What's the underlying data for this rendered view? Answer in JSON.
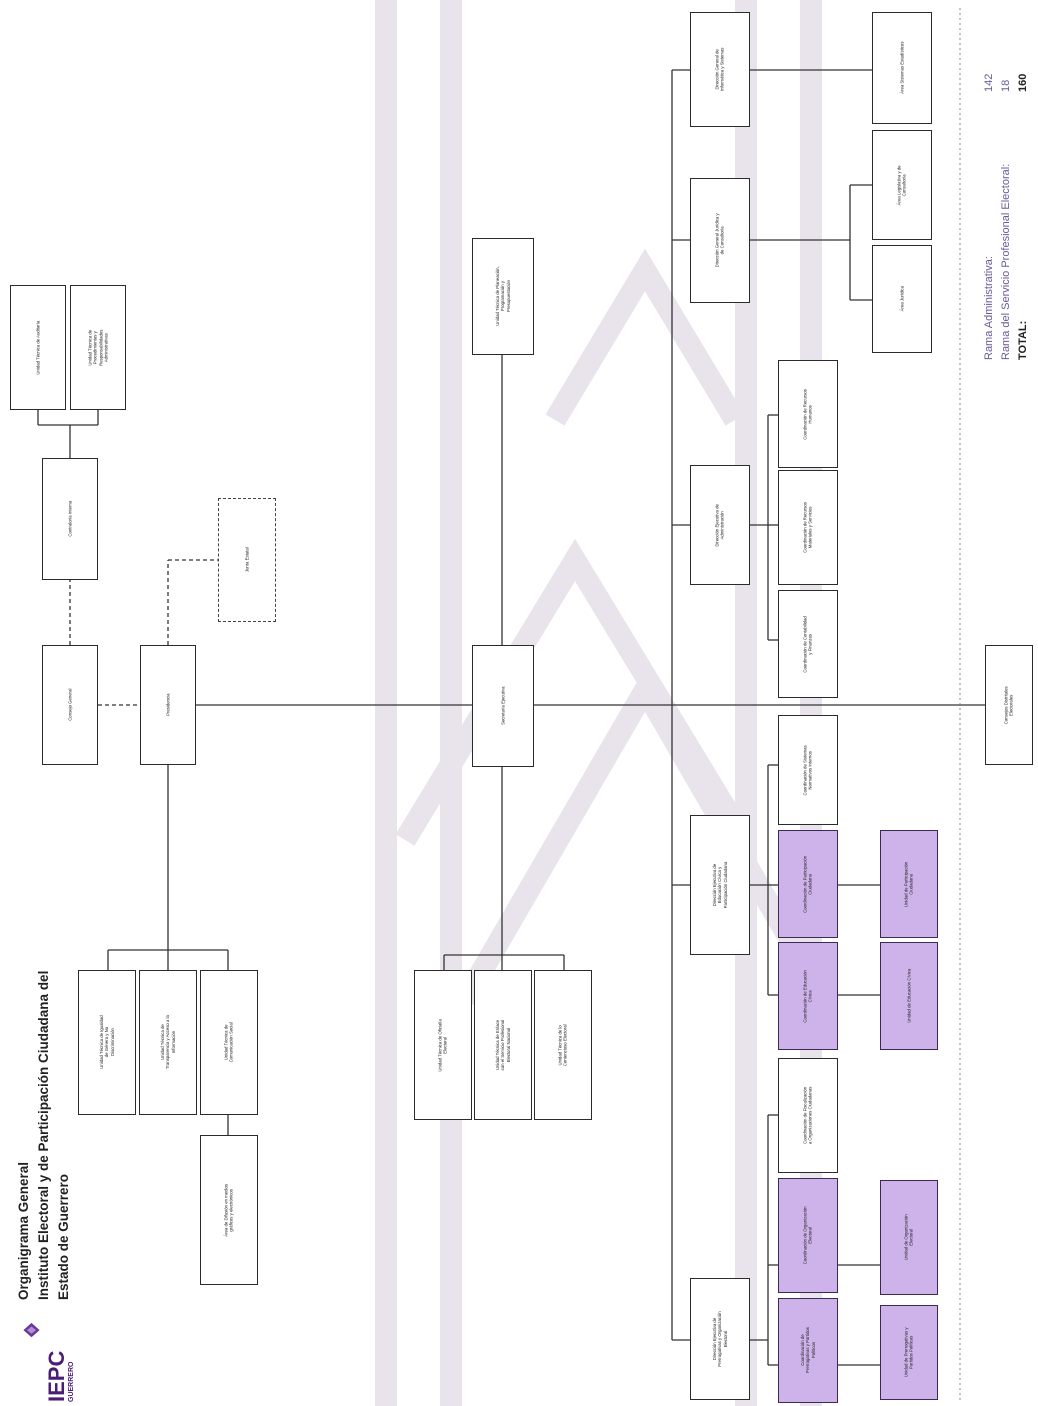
{
  "header": {
    "title_line1": "Organigrama General",
    "title_line2": "Instituto Electoral y de Participación Ciudadana del",
    "title_line3": "Estado de Guerrero"
  },
  "logo": {
    "name": "IEPC",
    "region": "GUERRERO"
  },
  "colors": {
    "purple_fill": "#cdb3ea",
    "purple_border": "#3a2a55",
    "watermark": "#e7e2ea",
    "stats_text": "#6b5a9a"
  },
  "nodes": {
    "consejo_general": "Consejo General",
    "contraloria": "Contraloría Interna",
    "ut_auditoria": "Unidad Técnica de Auditoría",
    "ut_procedimientos": "Unidad Técnica de Procedimientos y Responsabilidades Administrativas",
    "presidencia": "Presidencia",
    "junta_estatal": "Junta Estatal",
    "ut_genero": "Unidad Técnica de Igualdad de Género y No Discriminación",
    "ut_transparencia": "Unidad Técnica de Transparencia y Acceso a la Información",
    "ut_comunicacion": "Unidad Técnica de Comunicación Social",
    "area_difusion": "Área de Difusión en medios gráficos y electrónicos",
    "secretaria": "Secretaría Ejecutiva",
    "ut_planeacion": "Unidad Técnica de Planeación, Programación y Presupuestación",
    "ut_oficialia": "Unidad Técnica de Oficialía Electoral",
    "ut_spen": "Unidad Técnica de Enlace con el Servicio Profesional Electoral Nacional",
    "ut_contratacion": "Unidad Técnica de lo Contencioso Electoral",
    "de_prerrogativas": "Dirección Ejecutiva de Prerrogativas y Organización Electoral",
    "c_prerrogativas": "Coordinación de Prerrogativas y Partidos Políticos",
    "c_organizacion": "Coordinación de Organización Electoral",
    "c_fiscalizacion": "Coordinación de Fiscalización a Organizaciones Ciudadanas",
    "u_prerrogativas": "Unidad de Prerrogativas y Partidos Políticos",
    "u_organizacion": "Unidad de Organización Electoral",
    "de_educacion": "Dirección Ejecutiva de Educación Cívica y Participación Ciudadana",
    "c_educacion": "Coordinación de Educación Cívica",
    "c_participacion": "Coordinación de Participación Ciudadana",
    "c_sistemas": "Coordinación de Sistemas Normativos Internos",
    "u_educacion": "Unidad de Educación Cívica",
    "u_participacion": "Unidad de Participación Ciudadana",
    "de_administracion": "Dirección Ejecutiva de Administración",
    "c_contabilidad": "Coordinación de Contabilidad y Finanzas",
    "c_materiales": "Coordinación de Recursos Materiales y Servicios",
    "c_humanos": "Coordinación de Recursos Humanos",
    "dg_juridica": "Dirección General Jurídica y de Consultoría",
    "area_juridica": "Área Jurídica",
    "area_legislativa": "Área Legislativa y de Consultoría",
    "dg_informatica": "Dirección General de Informática y Sistemas",
    "area_sistemas": "Área Sistemas Estadísticos",
    "consejos_distritales": "Consejos Distritales Electorales"
  },
  "stats": {
    "rama_admin_label": "Rama Administrativa:",
    "rama_admin_value": "142",
    "rama_spe_label": "Rama del Servicio Profesional Electoral:",
    "rama_spe_value": "18",
    "total_label": "TOTAL:",
    "total_value": "160"
  }
}
